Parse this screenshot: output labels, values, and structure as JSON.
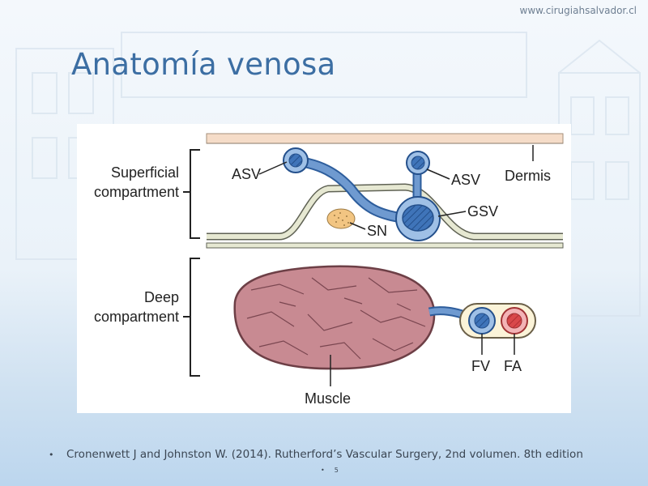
{
  "slide": {
    "site_url": "www.cirugiahsalvador.cl",
    "title": "Anatomía venosa",
    "reference": "Cronenwett J and Johnston W. (2014). Rutherford’s Vascular Surgery, 2nd volumen. 8th edition",
    "page_number": "5",
    "bullet": "•"
  },
  "diagram": {
    "labels": {
      "superficial_line1": "Superficial",
      "superficial_line2": "compartment",
      "deep_line1": "Deep",
      "deep_line2": "compartment",
      "asv_left": "ASV",
      "asv_right": "ASV",
      "dermis": "Dermis",
      "gsv": "GSV",
      "sn": "SN",
      "fv": "FV",
      "fa": "FA",
      "muscle": "Muscle"
    },
    "colors": {
      "title": "#3c6ea3",
      "dermis": "#f5dcc8",
      "fascia": "#e6e8d2",
      "vein": "#3f74b9",
      "artery": "#d9484a",
      "muscle": "#c88a92",
      "nerve": "#f2c582"
    }
  }
}
